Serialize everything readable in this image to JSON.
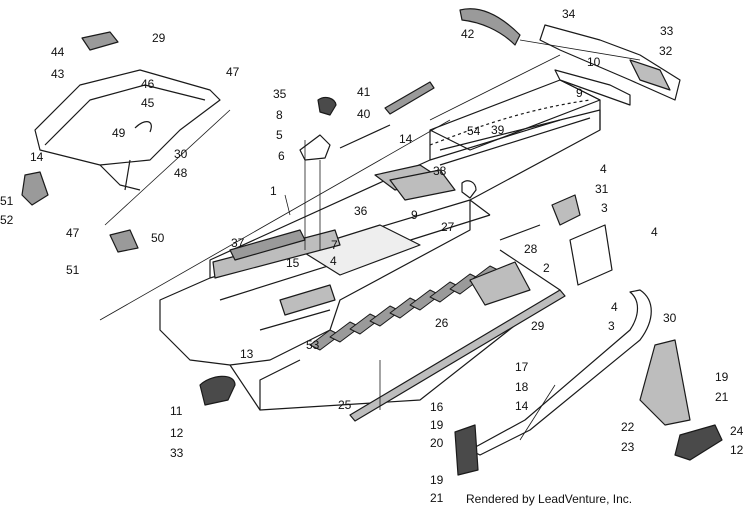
{
  "labels": {
    "l1": "1",
    "l2": "2",
    "l3a": "3",
    "l3b": "3",
    "l4a": "4",
    "l4b": "4",
    "l4c": "4",
    "l4d": "4",
    "l5": "5",
    "l6": "6",
    "l7": "7",
    "l8": "8",
    "l9a": "9",
    "l9b": "9",
    "l10": "10",
    "l11": "11",
    "l12a": "12",
    "l12b": "12",
    "l13": "13",
    "l14a": "14",
    "l14b": "14",
    "l14c": "14",
    "l15": "15",
    "l16": "16",
    "l17": "17",
    "l18": "18",
    "l19a": "19",
    "l19b": "19",
    "l19c": "19",
    "l20": "20",
    "l21a": "21",
    "l21b": "21",
    "l22": "22",
    "l23": "23",
    "l24": "24",
    "l25": "25",
    "l26": "26",
    "l27": "27",
    "l28": "28",
    "l29a": "29",
    "l29b": "29",
    "l30a": "30",
    "l30b": "30",
    "l31": "31",
    "l32": "32",
    "l33a": "33",
    "l33b": "33",
    "l34": "34",
    "l35": "35",
    "l36": "36",
    "l37": "37",
    "l38": "38",
    "l39": "39",
    "l40": "40",
    "l41": "41",
    "l42": "42",
    "l43": "43",
    "l44": "44",
    "l45": "45",
    "l46": "46",
    "l47a": "47",
    "l47b": "47",
    "l48": "48",
    "l49": "49",
    "l50": "50",
    "l51a": "51",
    "l51b": "51",
    "l52": "52",
    "l53": "53",
    "l54": "54"
  },
  "credit": "Rendered by LeadVenture, Inc.",
  "colors": {
    "line": "#1a1a1a",
    "fill": "#ffffff",
    "shade": "#9a9a9a",
    "dark": "#4a4a4a"
  }
}
